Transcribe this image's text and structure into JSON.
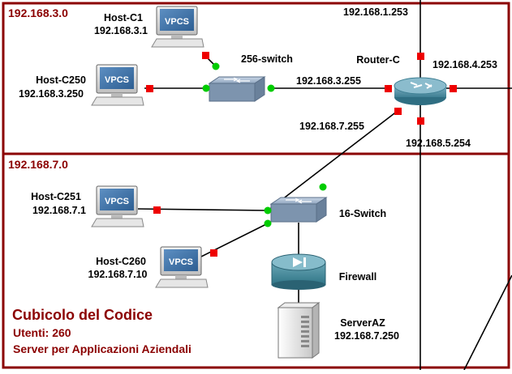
{
  "zones": {
    "top": {
      "label": "192.168.3.0"
    },
    "bottom": {
      "label": "192.168.7.0"
    }
  },
  "nodes": {
    "host_c1": {
      "name": "Host-C1",
      "ip": "192.168.3.1",
      "screen_text": "VPCS"
    },
    "host_c250": {
      "name": "Host-C250",
      "ip": "192.168.3.250",
      "screen_text": "VPCS"
    },
    "host_c251": {
      "name": "Host-C251",
      "ip": "192.168.7.1",
      "screen_text": "VPCS"
    },
    "host_c260": {
      "name": "Host-C260",
      "ip": "192.168.7.10",
      "screen_text": "VPCS"
    },
    "switch_256": {
      "name": "256-switch"
    },
    "switch_16": {
      "name": "16-Switch"
    },
    "router_c": {
      "name": "Router-C"
    },
    "firewall": {
      "name": "Firewall"
    },
    "server_az": {
      "name": "ServerAZ",
      "ip": "192.168.7.250"
    }
  },
  "link_labels": {
    "router_top": "192.168.1.253",
    "router_right": "192.168.4.253",
    "router_bottom": "192.168.5.254",
    "router_to_switch256": "192.168.3.255",
    "router_to_switch16": "192.168.7.255"
  },
  "info": {
    "title": "Cubicolo del Codice",
    "users": "Utenti: 260",
    "server_note": "Server per Applicazioni Aziendali"
  },
  "colors": {
    "zone_border": "#8b0000",
    "label_red": "#8b0000",
    "port_up": "#00cc00",
    "port_down": "#ee0000",
    "link": "#000000"
  }
}
